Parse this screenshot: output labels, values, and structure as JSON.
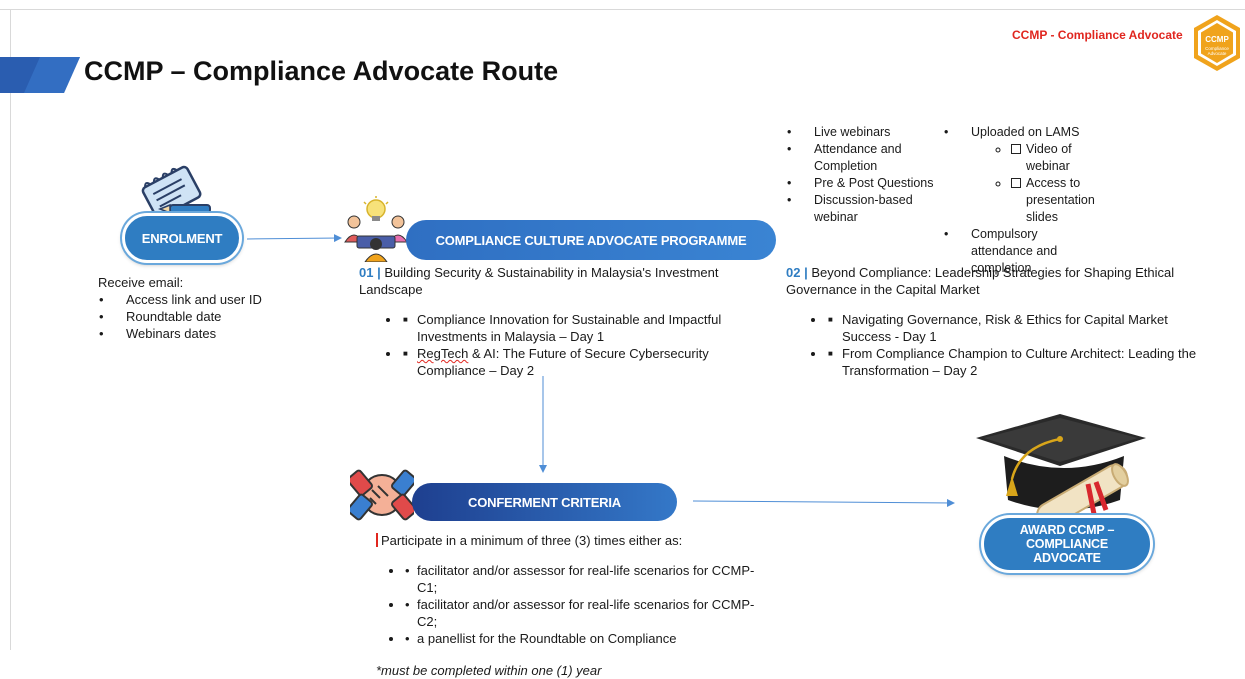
{
  "title": "CCMP – Compliance Advocate Route",
  "brand_label": "CCMP - Compliance Advocate",
  "badge_text": [
    "CCMP",
    "Compliance",
    "Advocate"
  ],
  "colors": {
    "accent": "#2f7dc2",
    "brand_red": "#e0261f",
    "badge_gold": "#f0a31c"
  },
  "enrolment": {
    "label": "ENROLMENT",
    "receive_email": "Receive email:",
    "items": [
      "Access link and user ID",
      "Roundtable date",
      "Webinars dates"
    ]
  },
  "programme": {
    "label": "COMPLIANCE CULTURE ADVOCATE PROGRAMME",
    "delivery_left": [
      "Live webinars",
      "Attendance and Completion",
      "Pre & Post Questions",
      "Discussion-based webinar"
    ],
    "delivery_right_1": "Uploaded on LAMS",
    "delivery_right_sub": [
      "Video of webinar",
      "Access to presentation slides"
    ],
    "delivery_right_2": "Compulsory attendance and completion",
    "module1": {
      "number": "01",
      "sep": "|",
      "title": "Building Security & Sustainability in Malaysia's Investment Landscape",
      "items": [
        "Compliance Innovation for Sustainable and Impactful Investments in Malaysia – Day 1",
        "& AI: The Future of Secure Cybersecurity Compliance – Day 2"
      ],
      "item2_prefix": "RegTech"
    },
    "module2": {
      "number": "02",
      "sep": "|",
      "title": "Beyond Compliance: Leadership Strategies for Shaping Ethical Governance in the Capital Market",
      "items": [
        "Navigating Governance, Risk & Ethics for Capital Market Success - Day 1",
        "From Compliance Champion to Culture Architect: Leading the Transformation – Day 2"
      ]
    }
  },
  "conferment": {
    "label": "CONFERMENT CRITERIA",
    "intro": "Participate in a minimum of three (3) times either as:",
    "items": [
      "facilitator and/or assessor for real-life scenarios for CCMP-C1;",
      "facilitator and/or assessor for real-life scenarios for CCMP-C2;",
      "a panellist for the Roundtable on Compliance"
    ],
    "note": "*must be completed within one (1) year"
  },
  "award": {
    "label": "AWARD CCMP – COMPLIANCE ADVOCATE"
  },
  "icons": [
    "clipboard-pen-icon",
    "team-idea-icon",
    "handshake-icon",
    "graduation-cap-diploma-icon",
    "ccmp-badge-icon"
  ]
}
